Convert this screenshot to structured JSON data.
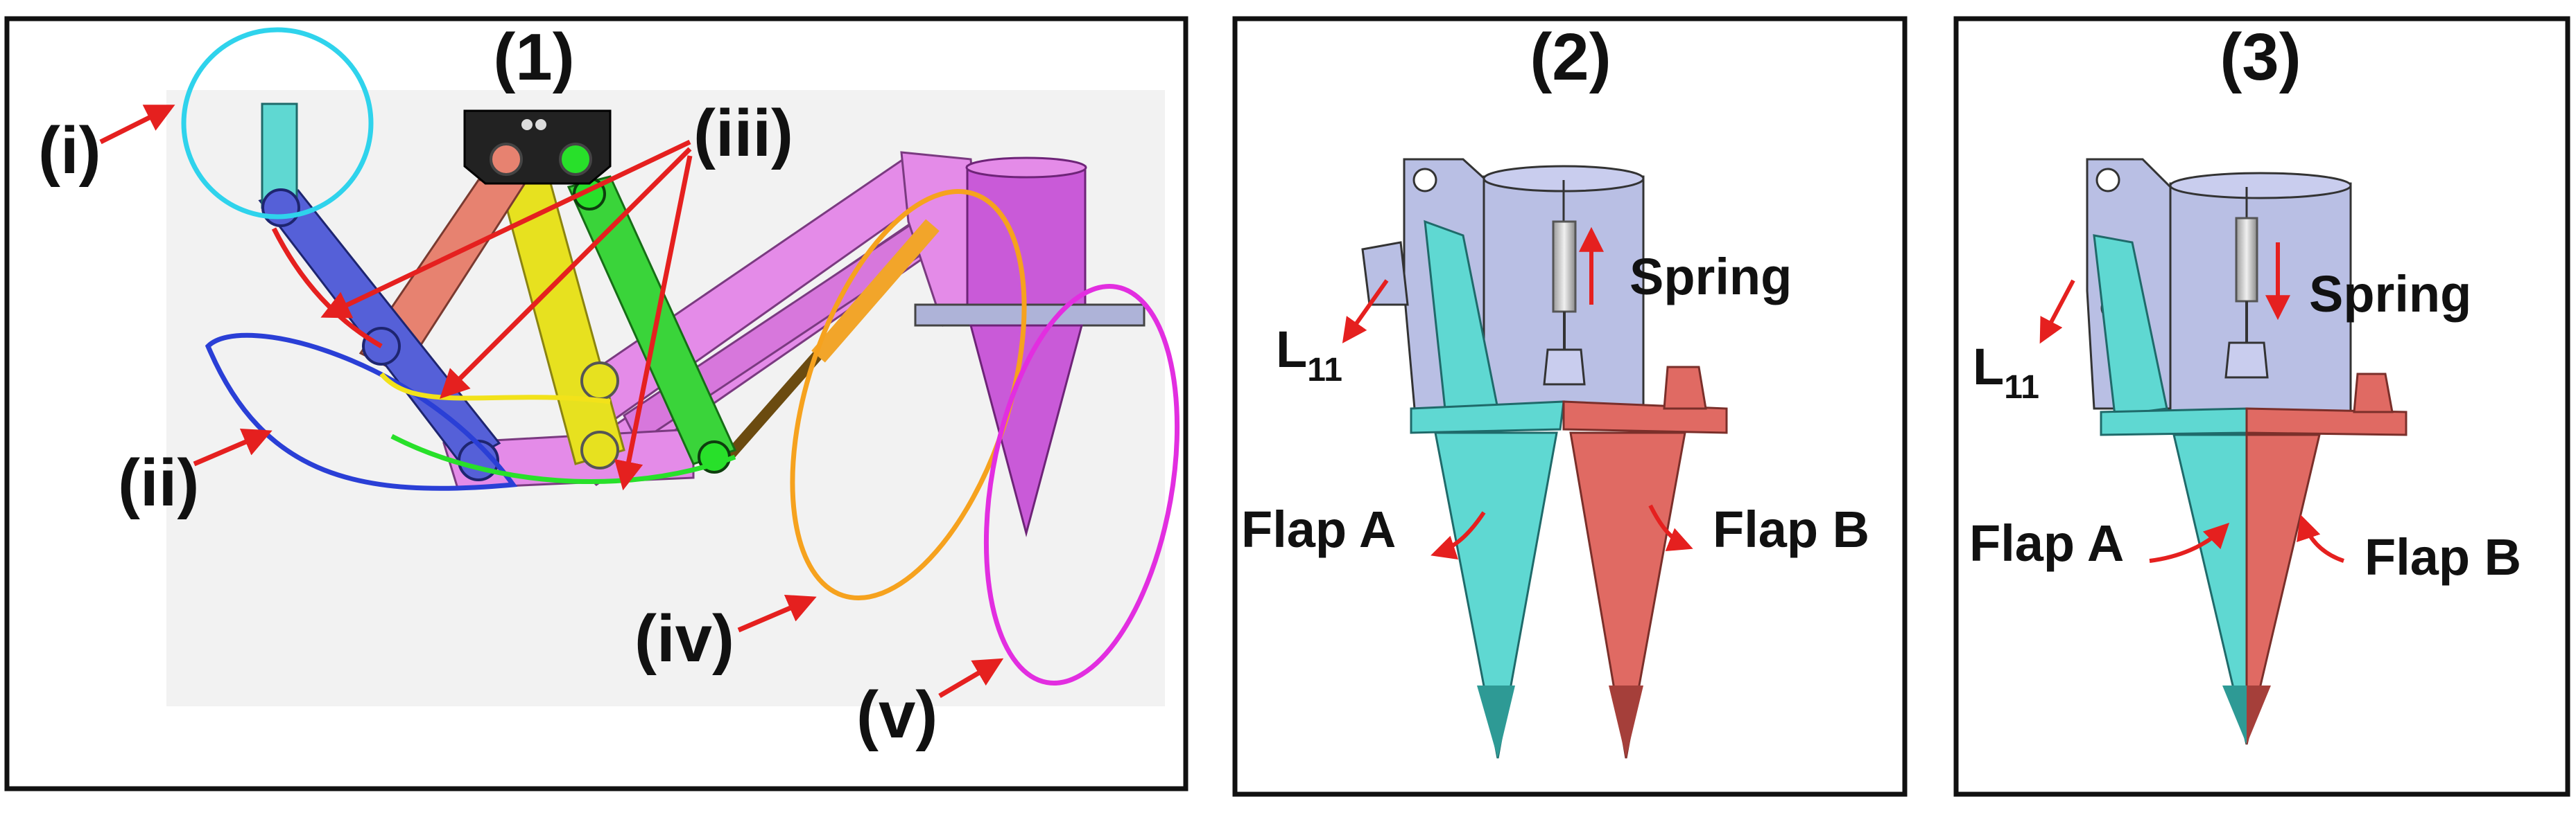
{
  "panels": {
    "p1": {
      "title": "(1)",
      "callouts": {
        "i": "(i)",
        "ii": "(ii)",
        "iii": "(iii)",
        "iv": "(iv)",
        "v": "(v)"
      }
    },
    "p2": {
      "title": "(2)",
      "spring": "Spring",
      "link": "L",
      "link_sub": "11",
      "flap_a": "Flap A",
      "flap_b": "Flap B"
    },
    "p3": {
      "title": "(3)",
      "spring": "Spring",
      "link": "L",
      "link_sub": "11",
      "flap_a": "Flap A",
      "flap_b": "Flap B"
    }
  },
  "colors": {
    "arrow": "#e5201f",
    "callout_i": "#2fd3ec",
    "callout_ii": "#2a3fd6",
    "callout_iii_green": "#28e02a",
    "callout_iii_yellow": "#f2e21a",
    "callout_iv": "#f6a21e",
    "callout_v": "#e22ee0",
    "flap_a": "#5fd8d2",
    "flap_b": "#e06a63",
    "body": "#b9bfe4",
    "mechanism_pink": "#e48be8",
    "hopper": "#c95ad8"
  }
}
